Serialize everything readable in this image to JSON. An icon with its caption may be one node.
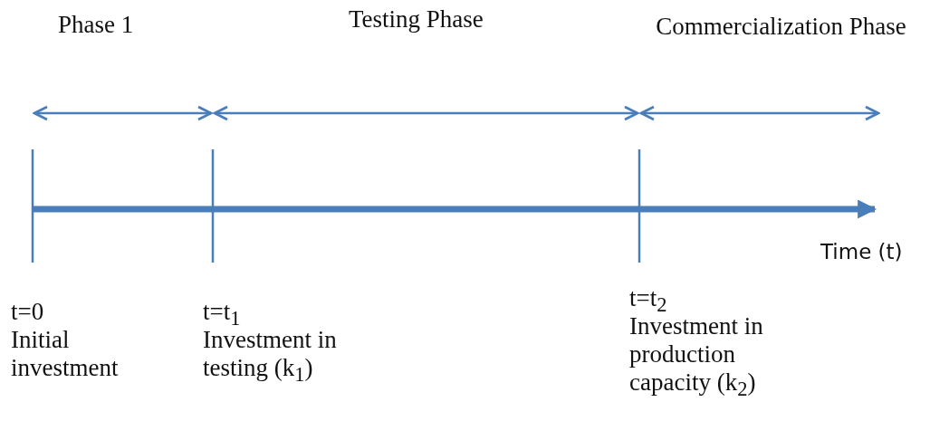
{
  "diagram": {
    "labels": [
      "Phase 1",
      "Testing Phase",
      "Commercialization Phase",
      "Time (t)",
      "t=0",
      "Initial investment",
      "t=t$_{1}$",
      "Investment in testing (k$_{1}$)",
      "t=t$_{2}$",
      "Investment in production capacity (k$_{2}$)"
    ]
  }
}
